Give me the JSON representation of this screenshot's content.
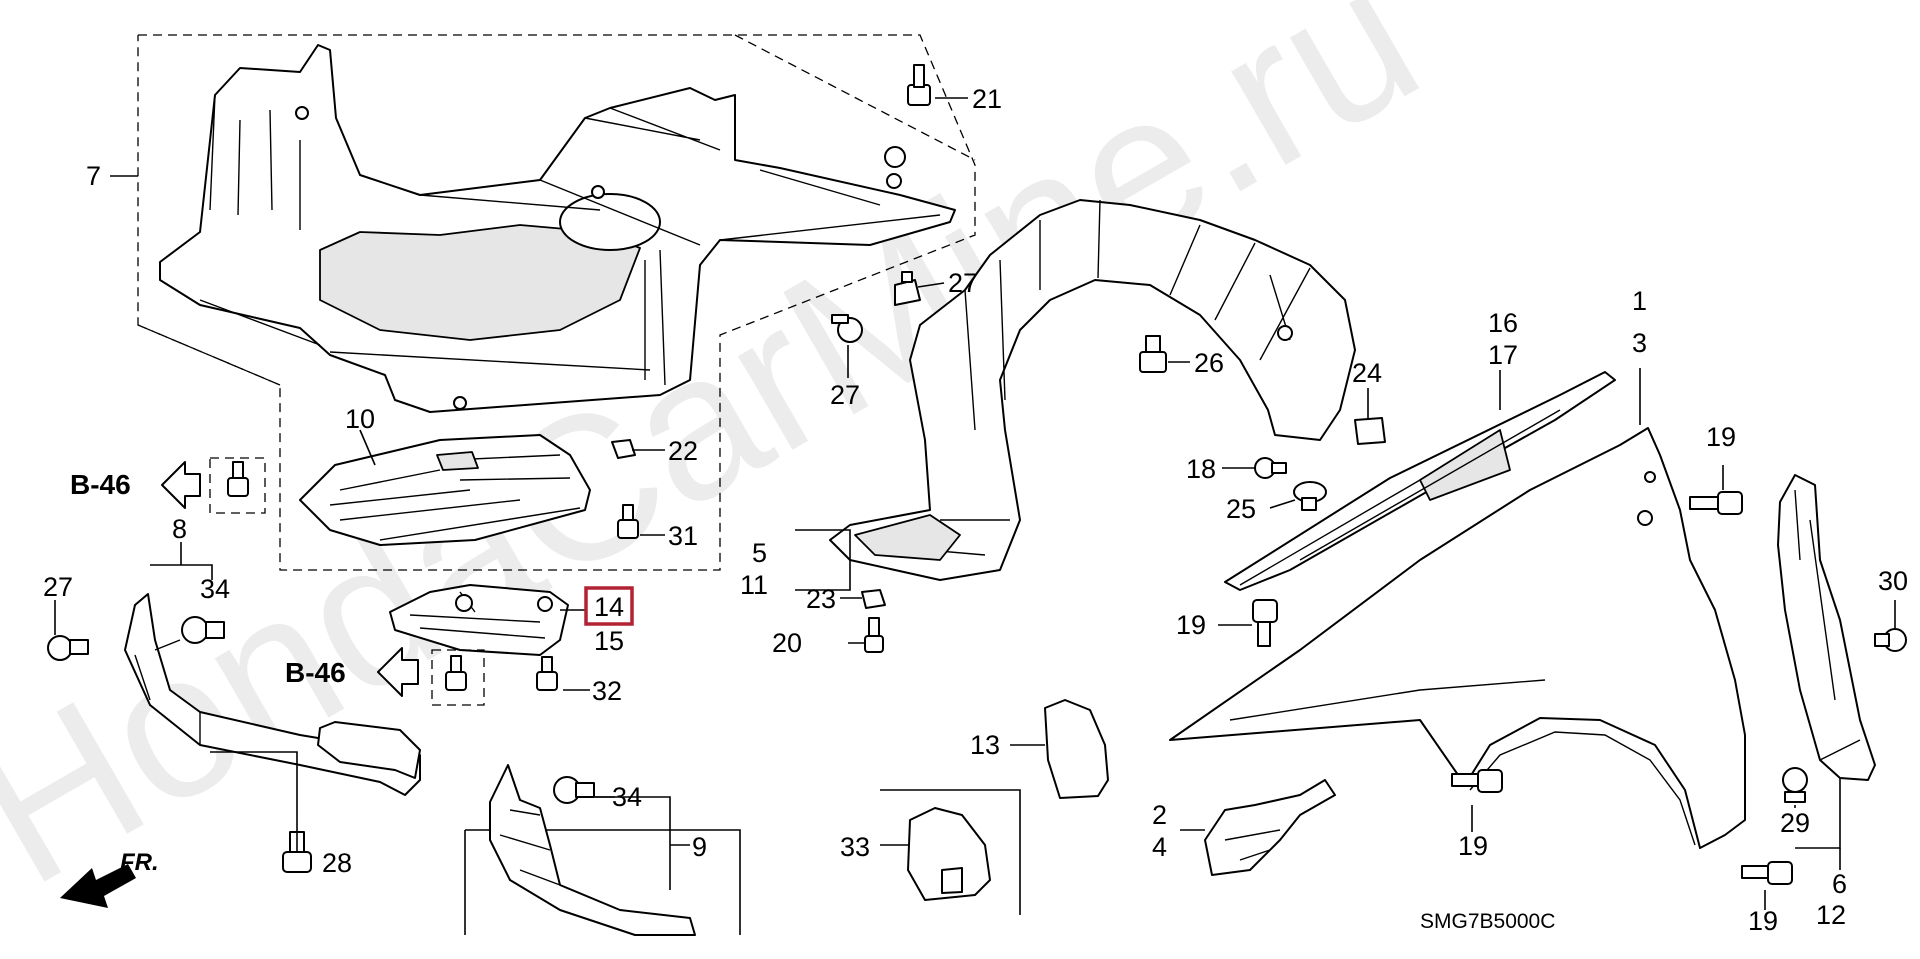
{
  "watermark": "HondaCarMine.ru",
  "diagram_code": "SMG7B5000C",
  "front_indicator": "FR.",
  "highlighted_callout": "14",
  "highlight_color": "#b22234",
  "references": [
    "B-46",
    "B-46"
  ],
  "callouts": [
    "7",
    "21",
    "27",
    "27",
    "10",
    "22",
    "31",
    "8",
    "34",
    "27",
    "28",
    "14",
    "15",
    "32",
    "34",
    "9",
    "33",
    "13",
    "5",
    "11",
    "23",
    "20",
    "26",
    "24",
    "18",
    "25",
    "16",
    "17",
    "1",
    "3",
    "19",
    "19",
    "2",
    "4",
    "19",
    "19",
    "30",
    "29",
    "6",
    "12"
  ]
}
